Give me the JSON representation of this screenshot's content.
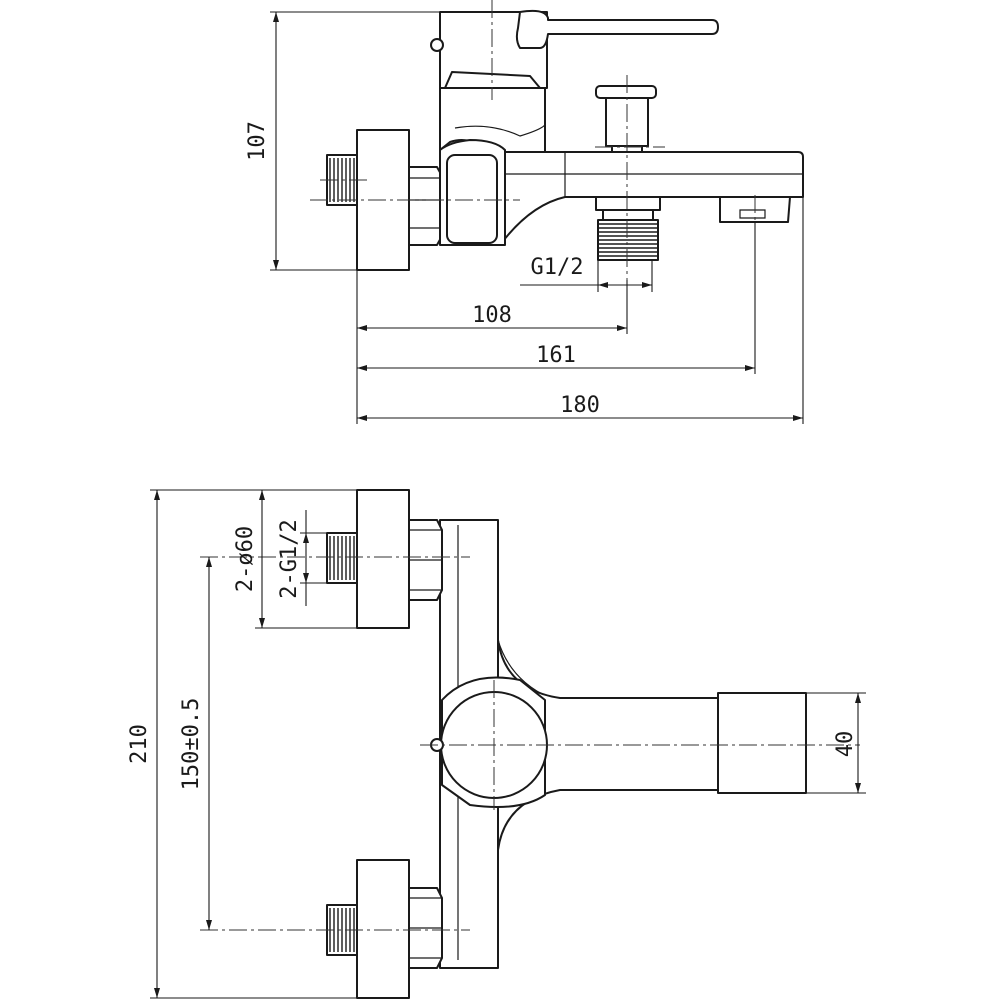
{
  "dimensions": {
    "side_height": "107",
    "outlet_thread": "G1/2",
    "length_to_outlet": "108",
    "length_to_spout_end": "161",
    "overall_length": "180",
    "overall_height": "210",
    "inlet_diameter": "2-ø60",
    "inlet_thread": "2-G1/2",
    "inlet_spacing": "150±0.5",
    "spout_width": "40"
  }
}
